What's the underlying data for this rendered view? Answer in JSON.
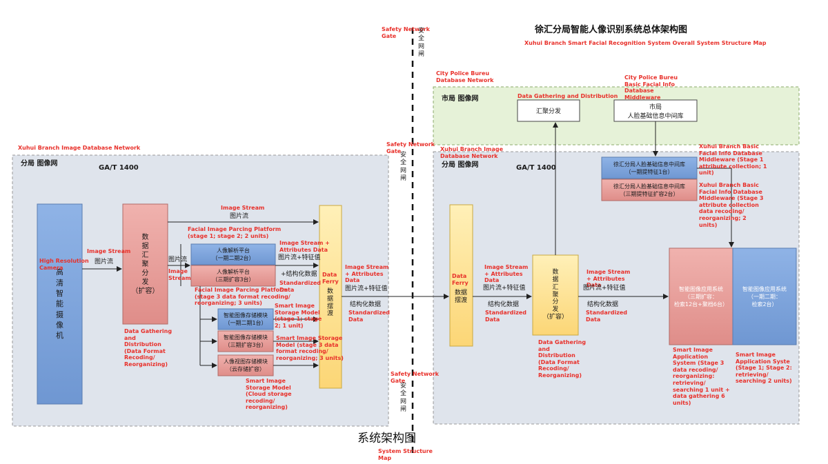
{
  "title": {
    "main_cn": "徐汇分局智能人像识别系统总体架构图",
    "main_en": "Xuhui Branch Smart Facial Recognition System Overall System Structure Map",
    "bottom_cn": "系统架构图",
    "bottom_en": "System Structure\nMap"
  },
  "gates": {
    "top_en": "Safety Network\nGate",
    "top_cn": "安\n全\n网\n闸",
    "mid_en": "Safety Network\nGate",
    "mid_cn": "安\n全\n网\n闸",
    "bottom_en": "Safety Network\nGate",
    "bottom_cn": "安\n全\n网\n闸"
  },
  "left": {
    "region_en": "Xuhui Branch Image Database Network",
    "region_cn": "分局  图像网",
    "protocol": "GA/T 1400",
    "camera_cn": "高\n清\n智\n能\n摄\n像\n机",
    "camera_en": "High Resolution\nCamera",
    "stream1_en": "Image Stream",
    "stream1_cn": "图片流",
    "gather_cn": "数\n据\n汇\n聚\n分\n发\n（扩容）",
    "gather_en": "Data Gathering\nand\nDistribution\n(Data Format\nRecoding/\nReorganizing)",
    "top_stream_en": "Image Stream",
    "top_stream_cn": "图片流",
    "fp_en1": "Facial Image Parcing Platform\n(stage 1; stage 2; 2 units)",
    "fp_cn1": "人像解析平台\n（一期二期2台）",
    "fp_cn2": "人像解析平台\n（三期扩容3台）",
    "fp_en2": "Facial Image Parcing Platform\n(stage 3 data format recoding/\nreorganizing; 3 units)",
    "stream2_cn": "图片流",
    "stream2_en": "Image\nStream",
    "attr_en": "Image Stream +\nAttributes Data",
    "attr_cn": "图片流+特征值",
    "struct_cn": "+结构化数据",
    "struct_en": "Standardized\nData",
    "store1_cn": "智能图像存储模块\n（一期二期1台）",
    "store1_en": "Smart Image\nStorage Model\n(stage 1; stage\n2; 1 unit)",
    "store2_cn": "智能图像存储模块\n（三期扩容3台）",
    "store2_en": "Smart Image Storage\nModel (stage 3 data\nformat recoding/\nreorganizing; 3 units)",
    "store3_cn": "人像视图存储模块\n（云存储扩容）",
    "store3_en": "Smart Image\nStorage Model\n(Cloud storage\nrecoding/\nreorganizing)",
    "ferry_en": "Data\nFerry",
    "ferry_cn": "数\n据\n摆\n渡",
    "out_en": "Image Stream\n+ Attributes\nData",
    "out_cn": "图片流+特征值",
    "out_struct_cn": "结构化数据",
    "out_struct_en": "Standardized\nData"
  },
  "city": {
    "region_en": "City  Police Bureu\nDatabase Network",
    "region_cn": "市局   图像网",
    "dist_en": "Data Gathering and Distribution",
    "dist_cn": "汇聚分发",
    "basic_en": "City  Police Bureu\nBasic Facial Info\nDatabase\nMiddleware",
    "basic_cn": "市局\n人脸基础信息中间库"
  },
  "right": {
    "region_en": "Xuhui Branch Image\nDatabase Network",
    "region_cn": "分局  图像网",
    "protocol": "GA/T 1400",
    "mw1_cn": "徐汇分局人脸基础信息中间库\n（一期提特征1台）",
    "mw1_en": "Xuhui Branch Basic\nFacial Info Database\nMiddleware (Stage 1\nattribute collection; 1\nunit)",
    "mw2_cn": "徐汇分局人脸基础信息中间库\n（三期提特征扩容2台）",
    "mw2_en": "Xuhui Branch Basic\nFacial Info Database\nMiddleware (Stage 3\nattribute collection\ndata recoding/\nreorganizing; 2\nunits)",
    "ferry_en": "Data\nFerry",
    "ferry_cn": "数据\n摆渡",
    "in_en": "Image Stream\n+ Attributes\nData",
    "in_cn": "图片流+特征值",
    "in_struct_cn": "结构化数据",
    "in_struct_en": "Standardized\nData",
    "gather_cn": "数\n据\n汇\n聚\n分\n发\n（扩容）",
    "gather_en": "Data Gathering\nand\nDistribution\n(Data Format\nRecoding/\nReorganizing)",
    "out_en": "Image Stream\n+ Attributes\nData",
    "out_cn": "图片流+特征值",
    "out_struct_cn": "结构化数据",
    "out_struct_en": "Standardized\nData",
    "app1_cn": "智能图像应用系统\n（三期扩容：\n检索12台+聚档6台）",
    "app1_en": "Smart Image\nApplication\nSystem (Stage 3\ndata recoding/\nreorganizing:\nretrieving/\nsearching 1 unit +\ndata gathering 6\nunits)",
    "app2_cn": "智能图像应用系统\n（一期二期：\n检索2台）",
    "app2_en": "Smart Image\nApplication Syste\n(Stage 1; Stage 2:\nretrieving/\nsearching 2 units)"
  },
  "colors": {
    "blue_box": "#7fa6dc",
    "red_box": "#e59c9a",
    "yellow_box": "#fde08a",
    "panel_grey": "#dfe4ec",
    "panel_green": "#e6f2d8",
    "annotation_red": "#e8302a"
  }
}
